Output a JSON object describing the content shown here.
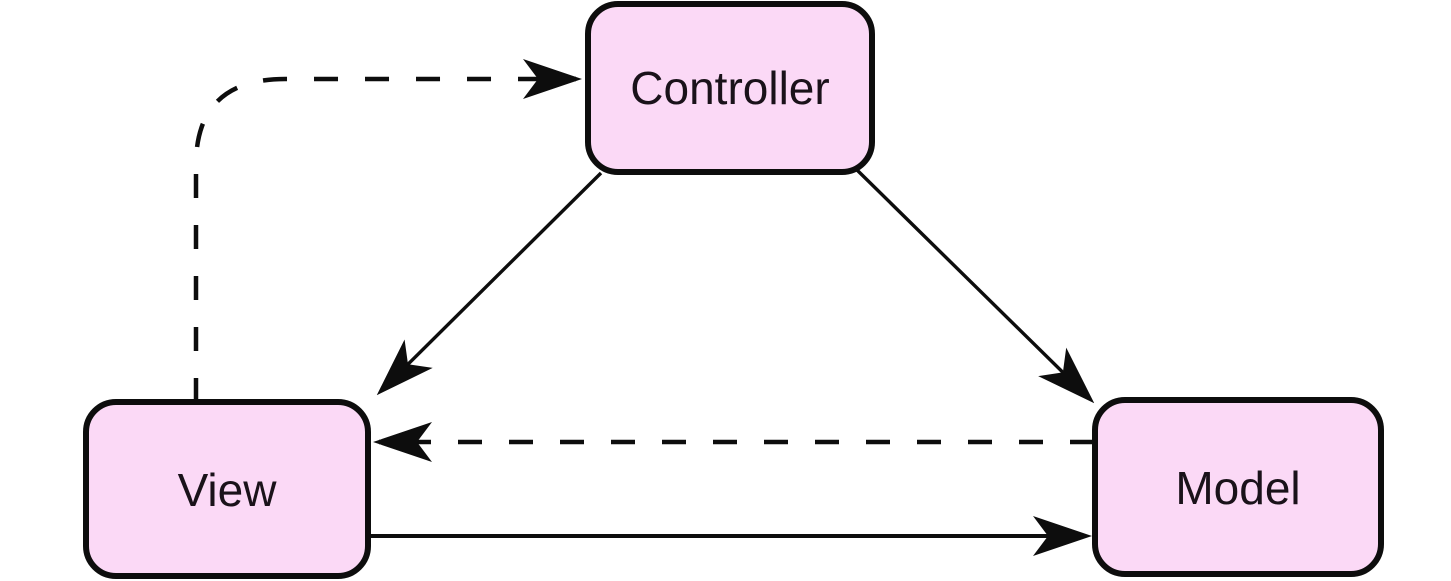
{
  "diagram": {
    "type": "mvc-flow-diagram",
    "background_color": "#ffffff",
    "node_fill": "#fbd9f6",
    "node_border_color": "#0d0d0d",
    "label_color": "#1a121a",
    "nodes": [
      {
        "id": "controller",
        "label": "Controller"
      },
      {
        "id": "view",
        "label": "View"
      },
      {
        "id": "model",
        "label": "Model"
      }
    ],
    "edges": [
      {
        "from": "view",
        "to": "controller",
        "style": "dashed",
        "description": "dashed curved arrow from View up into Controller left side"
      },
      {
        "from": "controller",
        "to": "view",
        "style": "solid",
        "description": "solid diagonal arrow from Controller down-left to View"
      },
      {
        "from": "controller",
        "to": "model",
        "style": "solid",
        "description": "solid diagonal arrow from Controller down-right to Model"
      },
      {
        "from": "model",
        "to": "view",
        "style": "dashed",
        "description": "dashed horizontal arrow from Model left to View"
      },
      {
        "from": "view",
        "to": "model",
        "style": "solid",
        "description": "solid horizontal arrow from View right to Model"
      }
    ]
  }
}
